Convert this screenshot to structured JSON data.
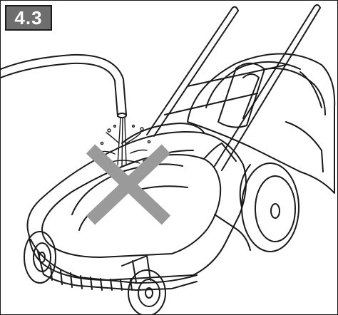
{
  "badge": {
    "label": "4.3"
  },
  "colors": {
    "badge_bg": "#6e6e6e",
    "badge_text": "#ffffff",
    "line": "#1a1a1a",
    "cross": "#9a9a9a",
    "hose": "#1a1a1a"
  },
  "icons": {
    "prohibition": "cross-mark-icon",
    "subject": "lawn-mower-illustration",
    "hose": "garden-hose-illustration",
    "water": "water-spray-illustration"
  }
}
